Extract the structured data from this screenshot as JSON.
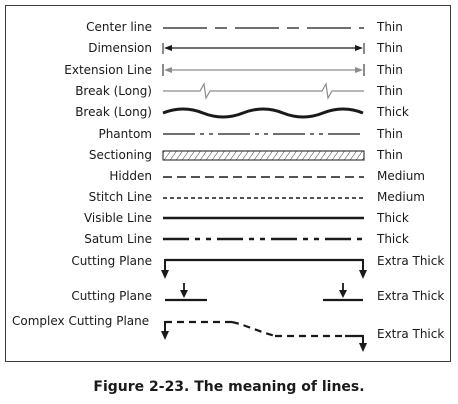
{
  "rows": [
    {
      "label": "Center line",
      "weight": "Thin"
    },
    {
      "label": "Dimension",
      "weight": "Thin"
    },
    {
      "label": "Extension Line",
      "weight": "Thin"
    },
    {
      "label": "Break (Long)",
      "weight": "Thin"
    },
    {
      "label": "Break (Long)",
      "weight": "Thick"
    },
    {
      "label": "Phantom",
      "weight": "Thin"
    },
    {
      "label": "Sectioning",
      "weight": "Thin"
    },
    {
      "label": "Hidden",
      "weight": "Medium"
    },
    {
      "label": "Stitch Line",
      "weight": "Medium"
    },
    {
      "label": "Visible Line",
      "weight": "Thick"
    },
    {
      "label": "Satum Line",
      "weight": "Thick"
    },
    {
      "label": "Cutting Plane",
      "weight": "Extra Thick"
    },
    {
      "label": "Cutting Plane",
      "weight": "Extra Thick"
    },
    {
      "label": "Complex Cutting Plane",
      "weight": "Extra Thick"
    }
  ],
  "caption": "Figure 2-23. The meaning of lines.",
  "colors": {
    "ink": "#1a1a1a",
    "gray": "#8c8c8c"
  }
}
